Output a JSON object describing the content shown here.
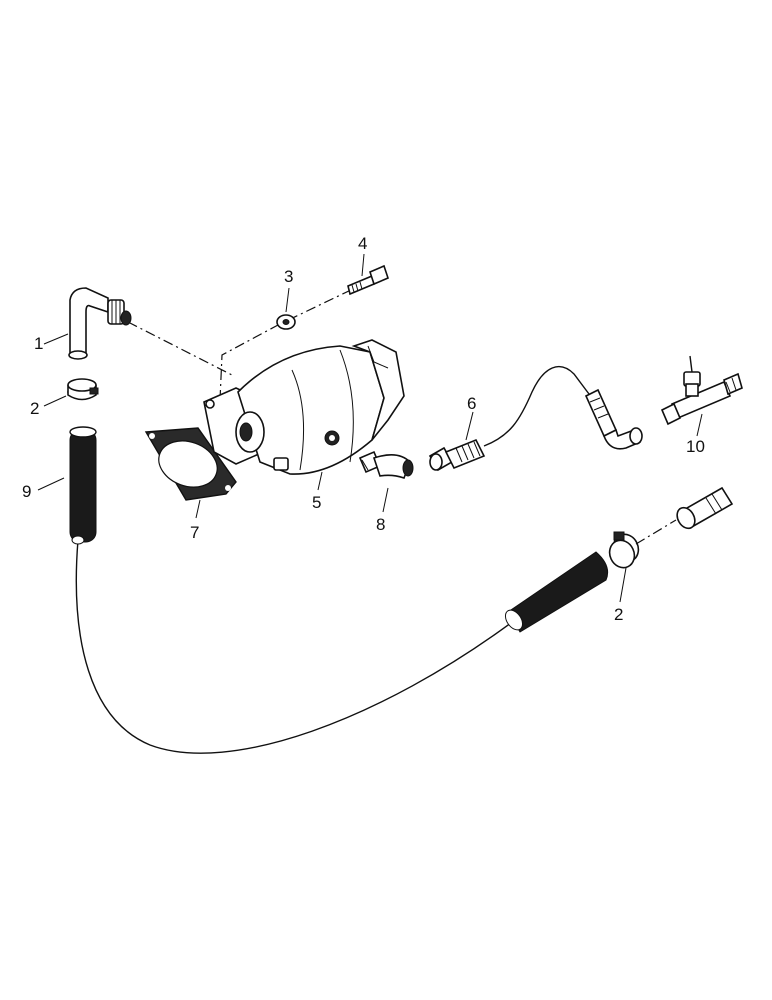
{
  "diagram": {
    "callouts": [
      {
        "id": "c1",
        "text": "1"
      },
      {
        "id": "c2a",
        "text": "2"
      },
      {
        "id": "c2b",
        "text": "2"
      },
      {
        "id": "c3",
        "text": "3"
      },
      {
        "id": "c4",
        "text": "4"
      },
      {
        "id": "c5",
        "text": "5"
      },
      {
        "id": "c6",
        "text": "6"
      },
      {
        "id": "c7",
        "text": "7"
      },
      {
        "id": "c8",
        "text": "8"
      },
      {
        "id": "c9",
        "text": "9"
      },
      {
        "id": "c10",
        "text": "10"
      }
    ]
  }
}
